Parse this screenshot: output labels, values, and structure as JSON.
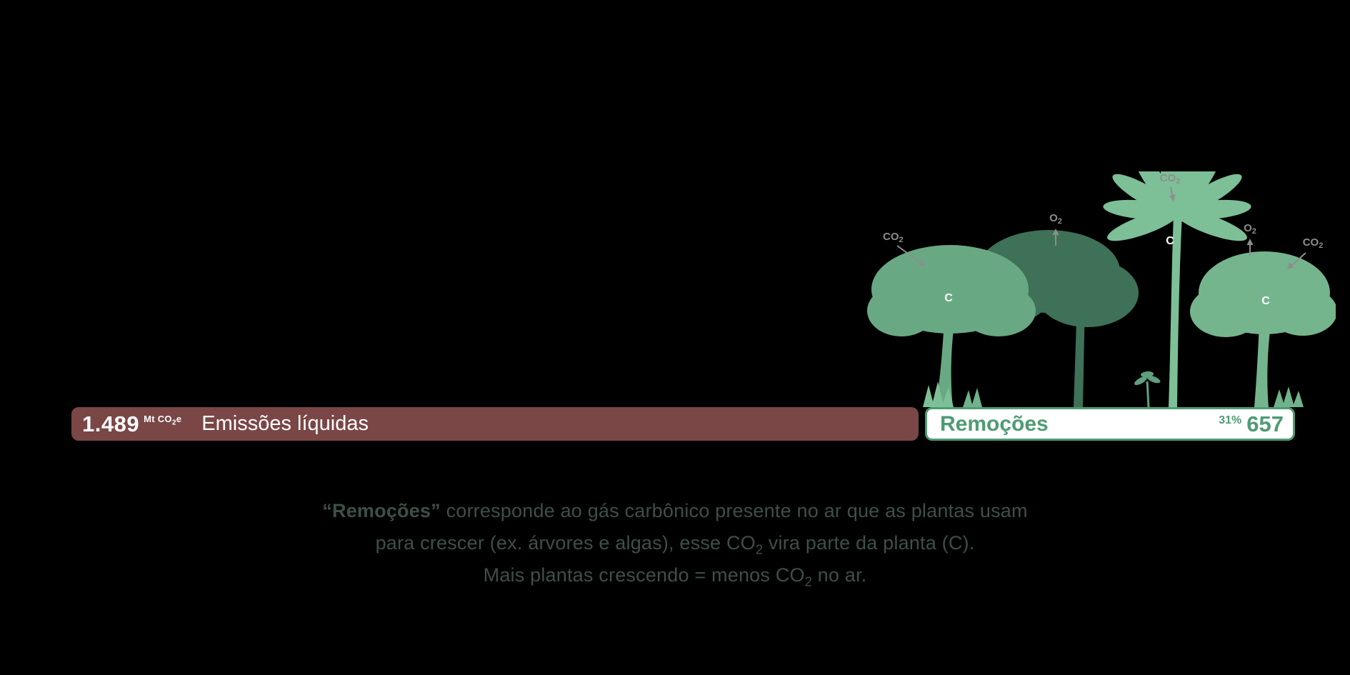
{
  "chart_data": {
    "type": "bar",
    "orientation": "horizontal",
    "title": "",
    "categories": [
      "Emissões líquidas",
      "Remoções"
    ],
    "values": [
      1489,
      657
    ],
    "value_labels": [
      "1.489",
      "657"
    ],
    "unit": "Mt CO₂e",
    "removals_percent_of_emissions": "31%",
    "bar_colors": [
      "#7a4646",
      "#ffffff"
    ],
    "legend_position": "none",
    "grid": false
  },
  "bars": {
    "emissions": {
      "value": "1.489",
      "unit_prefix": "Mt CO",
      "unit_sub": "2",
      "unit_suffix": "e",
      "label": "Emissões líquidas"
    },
    "removals": {
      "label": "Remoções",
      "percent": "31%",
      "value": "657"
    }
  },
  "illustration": {
    "co2": "CO",
    "o2": "O",
    "sub2": "2",
    "carbon": "C"
  },
  "caption": {
    "line1_bold": "“Remoções”",
    "line1_rest": " corresponde ao gás carbônico presente no ar que as plantas usam",
    "line2_a": "para crescer (ex. árvores e algas), esse CO",
    "line2_sub": "2",
    "line2_b": " vira parte da planta (C).",
    "line3_a": "Mais plantas crescendo = menos CO",
    "line3_sub": "2",
    "line3_b": " no ar."
  },
  "colors": {
    "background": "#000000",
    "emissions_bar": "#7a4646",
    "accent_green": "#4e9b74",
    "tree_light_green": "#7dbf97",
    "tree_mid_green": "#68a983",
    "tree_dark_green": "#3e7158",
    "label_gray": "#8d8d8d",
    "caption_text": "#3d5046",
    "bar_text_white": "#ffffff"
  }
}
